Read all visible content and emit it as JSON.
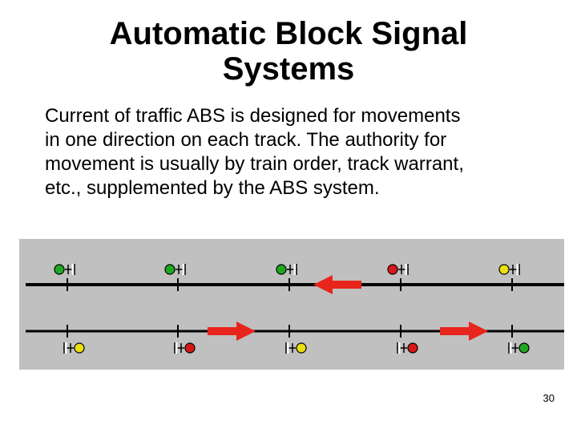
{
  "slide": {
    "title_lines": [
      "Automatic Block Signal",
      "Systems"
    ],
    "body_lines": [
      "Current of traffic ABS is designed for movements",
      "in one direction on each track. The authority for",
      "movement is usually by train order, track warrant,",
      "etc., supplemented by the ABS system."
    ],
    "page_number": "30"
  },
  "diagram": {
    "background_color": "#c0c0c0",
    "rail_color": "#000000",
    "arrow_color": "#e8251c",
    "upper_track": {
      "signal_aspects": [
        "green",
        "green",
        "green",
        "red",
        "yellow"
      ],
      "arrow_directions": [
        "left"
      ]
    },
    "lower_track": {
      "signal_aspects": [
        "yellow",
        "red",
        "yellow",
        "red",
        "green"
      ],
      "arrow_directions": [
        "right",
        "right"
      ]
    },
    "aspect_colors": {
      "green": "#1fa81f",
      "red": "#d81818",
      "yellow": "#e8e010"
    }
  }
}
